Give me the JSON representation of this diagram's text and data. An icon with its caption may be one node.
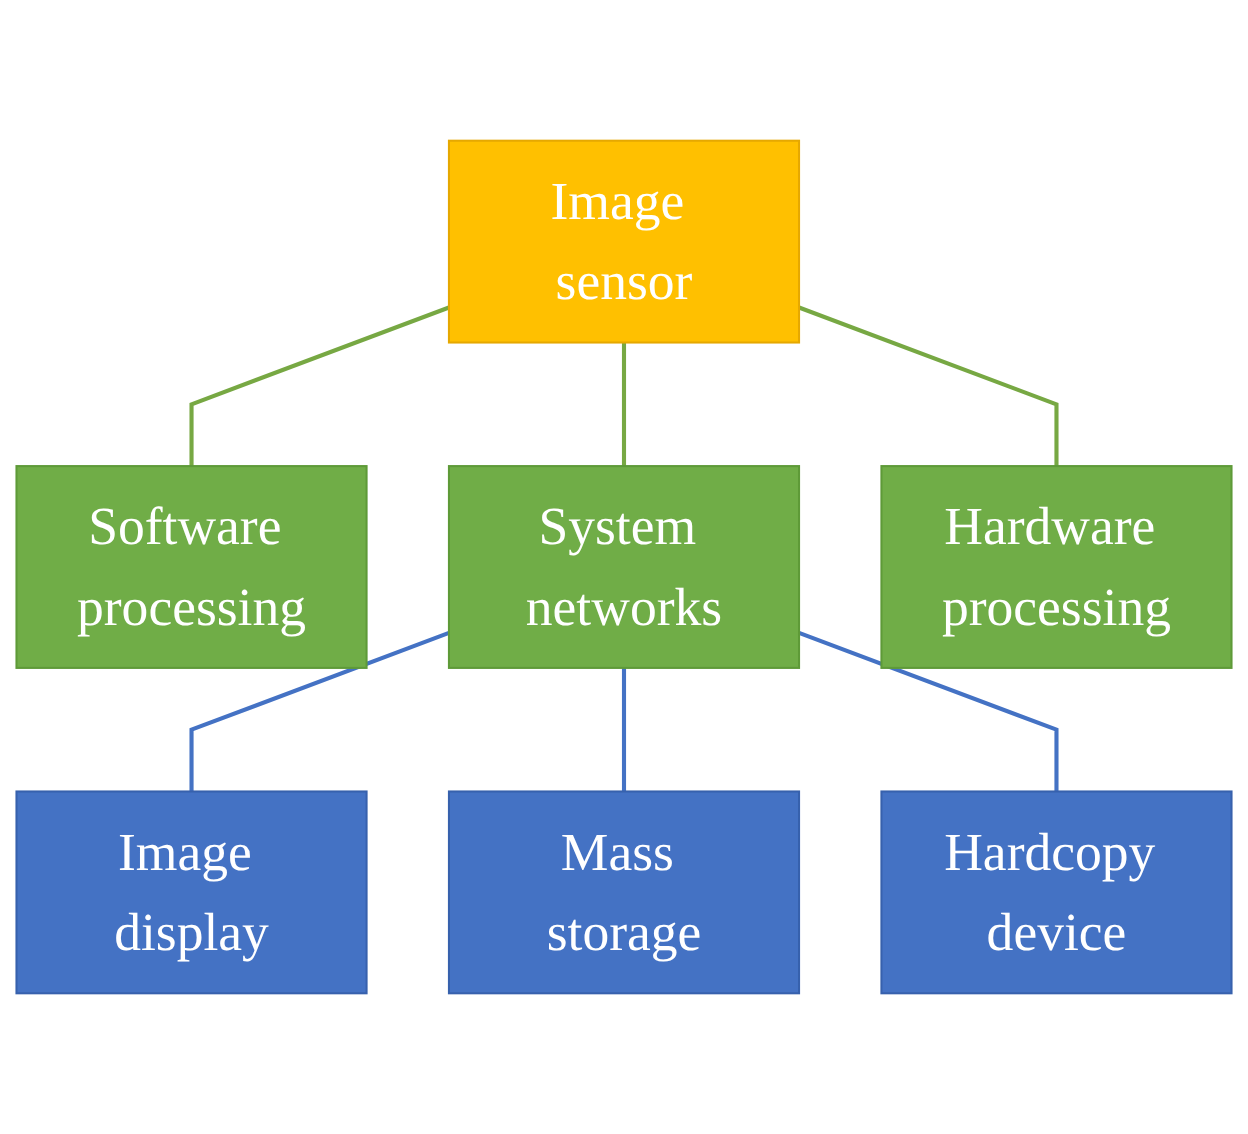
{
  "diagram": {
    "nodes": [
      {
        "text": [
          "Image sensor"
        ]
      },
      {
        "text": [
          "Software processing"
        ]
      },
      {
        "text": [
          "System networks"
        ]
      },
      {
        "text": [
          "Hardware processing"
        ]
      },
      {
        "text": [
          "Image display"
        ]
      },
      {
        "text": [
          "Mass storage"
        ]
      },
      {
        "text": [
          "Hardcopy device"
        ]
      }
    ],
    "edges": [
      {
        "from": 0,
        "to": 1,
        "arrow": "none",
        "color": "#77a843"
      },
      {
        "from": 0,
        "to": 2,
        "arrow": "none",
        "color": "#77a843"
      },
      {
        "from": 0,
        "to": 3,
        "arrow": "none",
        "color": "#77a843"
      },
      {
        "from": 2,
        "to": 4,
        "arrow": "none",
        "color": "#4472c4"
      },
      {
        "from": 2,
        "to": 5,
        "arrow": "none",
        "color": "#4472c4"
      },
      {
        "from": 2,
        "to": 6,
        "arrow": "none",
        "color": "#4472c4"
      }
    ]
  }
}
